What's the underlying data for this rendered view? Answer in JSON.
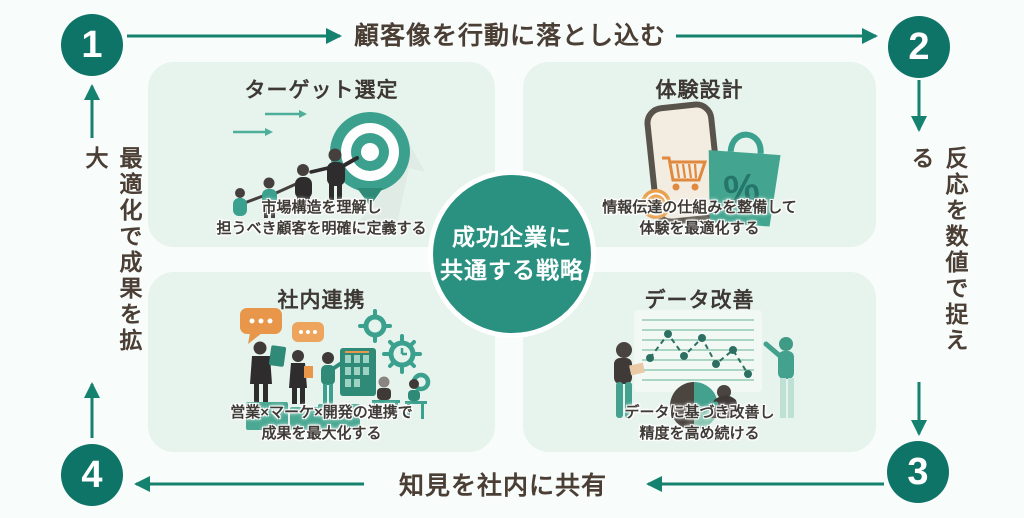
{
  "center_circle": {
    "line1": "成功企業に",
    "line2": "共通する戦略"
  },
  "steps": [
    {
      "number": "1"
    },
    {
      "number": "2"
    },
    {
      "number": "3"
    },
    {
      "number": "4"
    }
  ],
  "edge_labels": {
    "top": "顧客像を行動に落とし込む",
    "right": "反応を数値で捉える",
    "bottom": "知見を社内に共有",
    "left": "最適化で成果を拡大"
  },
  "cards": [
    {
      "title": "ターゲット選定",
      "description_line1": "市場構造を理解し",
      "description_line2": "担うべき顧客を明確に定義する"
    },
    {
      "title": "体験設計",
      "description_line1": "情報伝達の仕組みを整備して",
      "description_line2": "体験を最適化する"
    },
    {
      "title": "社内連携",
      "description_line1": "営業×マーケ×開発の連携で",
      "description_line2": "成果を最大化する"
    },
    {
      "title": "データ改善",
      "description_line1": "データに基づき改善し",
      "description_line2": "精度を高め続ける"
    }
  ],
  "illustration_symbols": {
    "percent": "%",
    "dollar": "$"
  },
  "colors": {
    "page_background": "#f8fcfa",
    "card_background": "#e7f3ed",
    "step_circle": "#0f7468",
    "center_circle": "#2a9181",
    "arrow": "#15816f",
    "label_text": "#4a3e35",
    "illustration_teal": "#3ba18e",
    "illustration_orange": "#e8964a"
  }
}
